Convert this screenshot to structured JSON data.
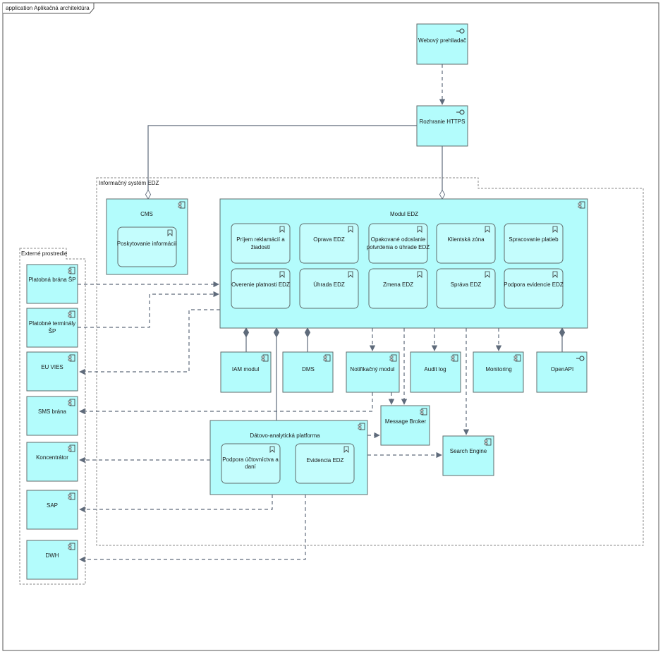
{
  "frame_title": "application Aplikačná architektúra",
  "groups": {
    "informacny_system": "Informačný systém EDZ",
    "externe_prostredie": "Externé prostredie"
  },
  "interfaces": {
    "webovy_prehliadac": "Webový prehliadač",
    "rozhranie_https": "Rozhranie HTTPS",
    "openapi": "OpenAPI"
  },
  "cms": {
    "title": "CMS",
    "functions": [
      "Poskytovanie informácií"
    ]
  },
  "modul_edz": {
    "title": "Modul EDZ",
    "functions": [
      [
        "Príjem reklamácií a",
        "žiadostí"
      ],
      [
        "Oprava EDZ"
      ],
      [
        "Opakované odoslanie",
        "potvrdenia o úhrade EDZ"
      ],
      [
        "Klientská zóna"
      ],
      [
        "Spracovanie platieb"
      ],
      [
        "Overenie platnosti EDZ"
      ],
      [
        "Úhrada EDZ"
      ],
      [
        "Zmena EDZ"
      ],
      [
        "Správa EDZ"
      ],
      [
        "Podpora evidencie EDZ"
      ]
    ]
  },
  "components": {
    "iam": "IAM modul",
    "dms": "DMS",
    "notifikacny": "Notifikačný modul",
    "audit_log": "Audit log",
    "monitoring": "Monitoring",
    "message_broker": "Message Broker",
    "search_engine": "Search Engine"
  },
  "datova_platforma": {
    "title": "Dátovo-analytická platforma",
    "functions": [
      [
        "Podpora účtovníctva a",
        "daní"
      ],
      [
        "Evidencia EDZ"
      ]
    ]
  },
  "external": {
    "platobna_brana": "Platobná brána ŠP",
    "platobne_terminaly": [
      "Platobné terminály",
      "ŠP"
    ],
    "eu_vies": "EU VIES",
    "sms_brana": "SMS brána",
    "koncentrator": "Koncentrátor",
    "sap": "SAP",
    "dwh": "DWH"
  },
  "colors": {
    "element_fill": "#b3fcfc",
    "border": "#5f6b6b",
    "connector": "#5f6b7b"
  }
}
